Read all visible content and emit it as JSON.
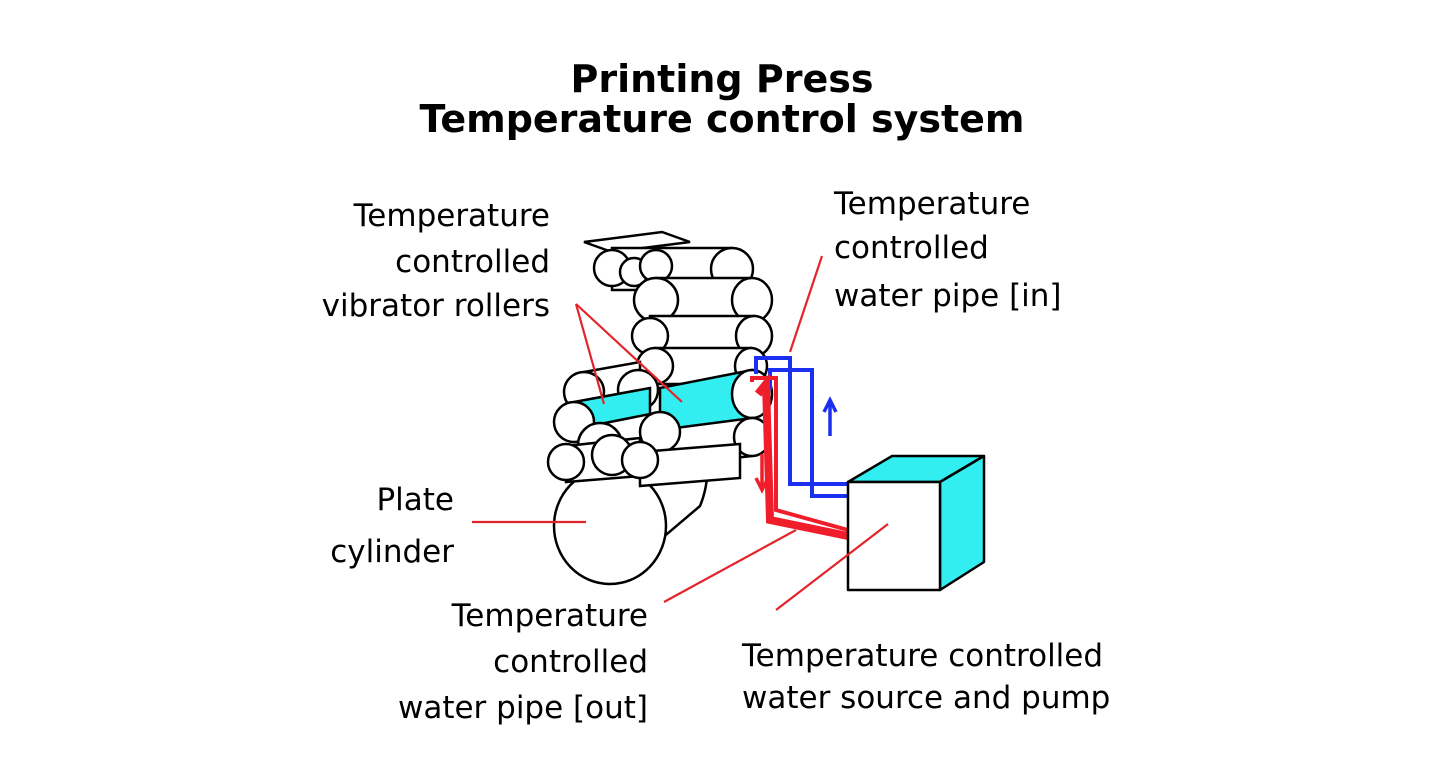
{
  "title": {
    "line1": "Printing Press",
    "line2": "Temperature control system"
  },
  "labels": {
    "vibrator_rollers": [
      "Temperature",
      "controlled",
      "vibrator rollers"
    ],
    "pipe_in": [
      "Temperature",
      "controlled",
      "water pipe [in]"
    ],
    "plate_cylinder": [
      "Plate",
      "cylinder"
    ],
    "pipe_out": [
      "Temperature",
      "controlled",
      "water pipe [out]"
    ],
    "pump": [
      "Temperature controlled",
      "water source and pump"
    ]
  },
  "colors": {
    "cyan_fill": "#33eef0",
    "pipe_in": "#1a2ff0",
    "pipe_out": "#f01d2a",
    "leader": "#e3242b"
  }
}
